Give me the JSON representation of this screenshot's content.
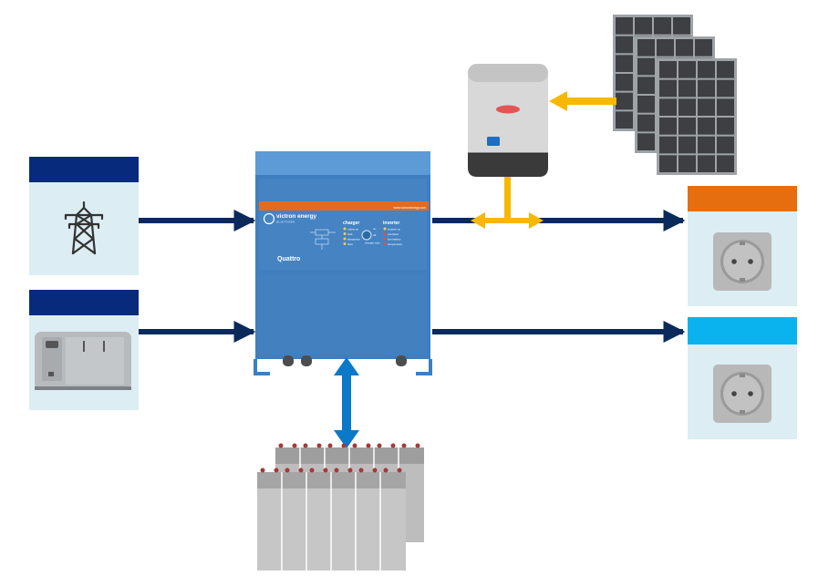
{
  "colors": {
    "dc_flow": "#0a79c8",
    "ac_flow": "#0a2a5c",
    "pv_flow": "#f6b800",
    "grid_header": "#072a7c",
    "socket_orange": "#e66e0e",
    "socket_cyan": "#0ab3ee",
    "panel_bg": "#dcedf4",
    "quattro_body": "#3f7fbf",
    "quattro_top": "#5c9bd6",
    "quattro_stripe": "#e46a1e"
  },
  "quattro": {
    "brand": "victron energy",
    "brand_sub": "BLUE POWER",
    "model": "Quattro",
    "stripe_url": "www.victronenergy.com",
    "charger_label": "charger",
    "inverter_label": "inverter",
    "charger_leds": [
      "mains on",
      "bulk",
      "absorption",
      "float"
    ],
    "inverter_leds": [
      "inverter on",
      "overload",
      "low battery",
      "temperature"
    ],
    "switch_labels": [
      "on",
      "off",
      "charger only"
    ]
  },
  "icons": {
    "grid": "power-pylon-icon",
    "generator": "generator-icon",
    "solar": "solar-panel-icon",
    "pv_inverter": "pv-inverter-icon",
    "battery": "battery-bank-icon",
    "socket": "power-socket-icon"
  }
}
